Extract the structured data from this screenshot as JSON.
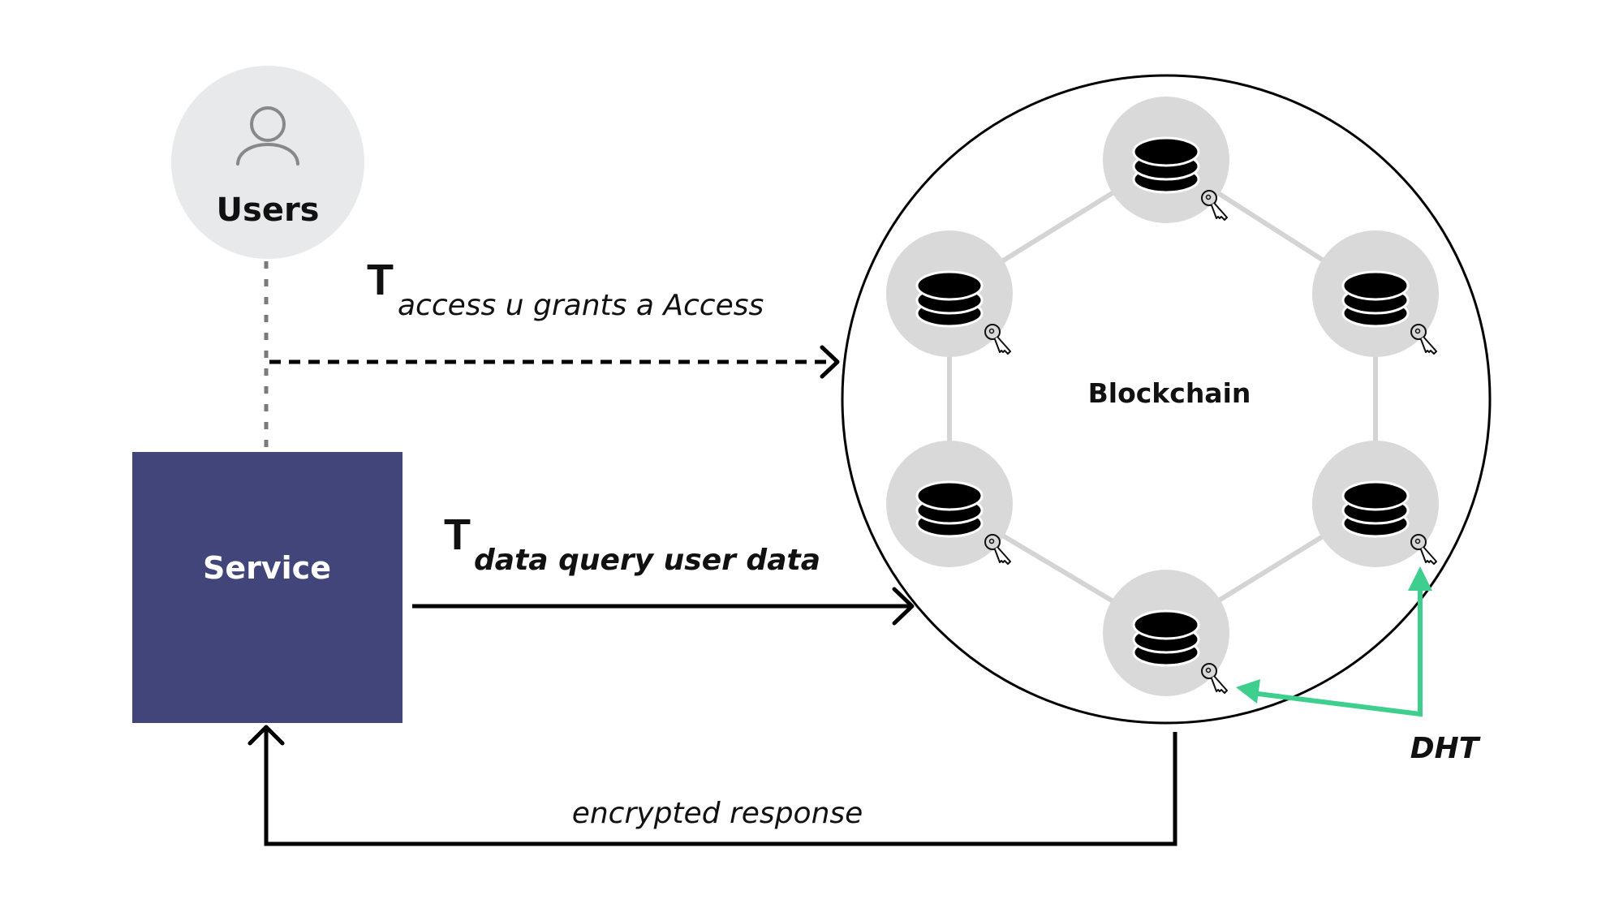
{
  "diagram": {
    "users": {
      "label": "Users",
      "icon": "user-icon"
    },
    "service": {
      "label": "Service"
    },
    "blockchain": {
      "label": "Blockchain",
      "node_count": 6,
      "node_icon": "database-icon",
      "node_badge_icon": "key-icon"
    },
    "access_flow": {
      "main": "T",
      "subscript": "access u grants a Access"
    },
    "query_flow": {
      "main": "T",
      "subscript": "data query user data"
    },
    "response_flow": {
      "label": "encrypted response"
    },
    "dht": {
      "label": "DHT"
    },
    "colors": {
      "service_fill": "#42457a",
      "users_fill": "#e8e9eb",
      "node_fill": "#d9d9d9",
      "node_link": "#d4d4d4",
      "dht_arrow": "#3ecf8e",
      "user_dotted_line": "#7a7a7a",
      "ink": "#111111"
    }
  }
}
